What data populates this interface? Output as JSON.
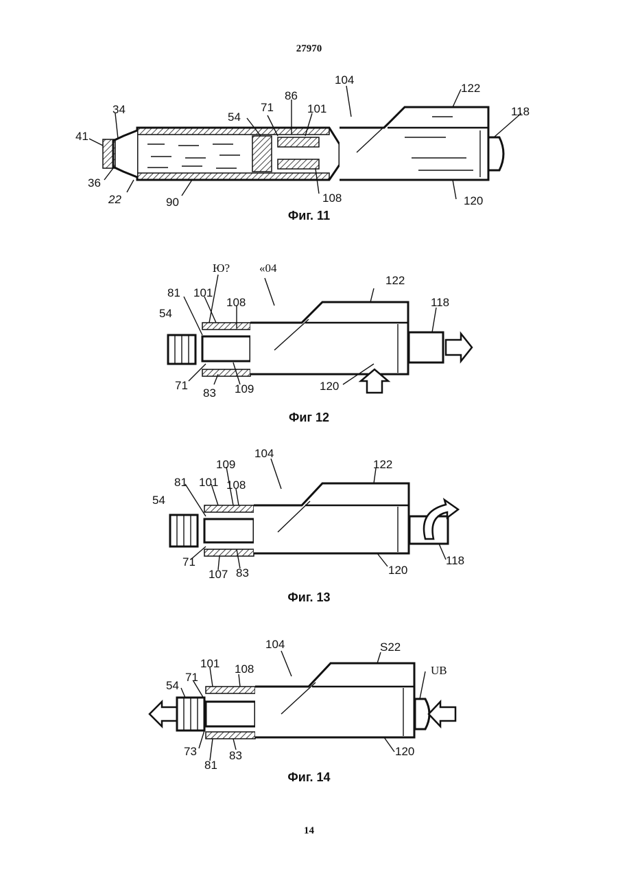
{
  "doc_number": "27970",
  "page_number": "14",
  "figures": {
    "fig11": {
      "caption": "Фиг. 11",
      "labels": {
        "l41": "41",
        "l34": "34",
        "l36": "36",
        "l22": "22",
        "l90": "90",
        "l54": "54",
        "l71": "71",
        "l86": "86",
        "l101": "101",
        "l104": "104",
        "l108": "108",
        "l122": "122",
        "l118": "118",
        "l120": "120"
      }
    },
    "fig12": {
      "caption": "Фиг 12",
      "labels": {
        "lq": "Ю?",
        "l04": "«04",
        "l81": "81",
        "l101": "101",
        "l54": "54",
        "l108": "108",
        "l122": "122",
        "l118": "118",
        "l71": "71",
        "l83": "83",
        "l109": "109",
        "l120": "120"
      }
    },
    "fig13": {
      "caption": "Фиг. 13",
      "labels": {
        "l104": "104",
        "l109": "109",
        "l81": "81",
        "l101": "101",
        "l108": "108",
        "l122": "122",
        "l54": "54",
        "l71": "71",
        "l107": "107",
        "l83": "83",
        "l120": "120",
        "l118": "118"
      }
    },
    "fig14": {
      "caption": "Фиг. 14",
      "labels": {
        "l104": "104",
        "lS22": "S22",
        "l101": "101",
        "l108": "108",
        "l71": "71",
        "lUB": "UB",
        "l54": "54",
        "l73": "73",
        "l81": "81",
        "l83": "83",
        "l120": "120"
      }
    }
  }
}
